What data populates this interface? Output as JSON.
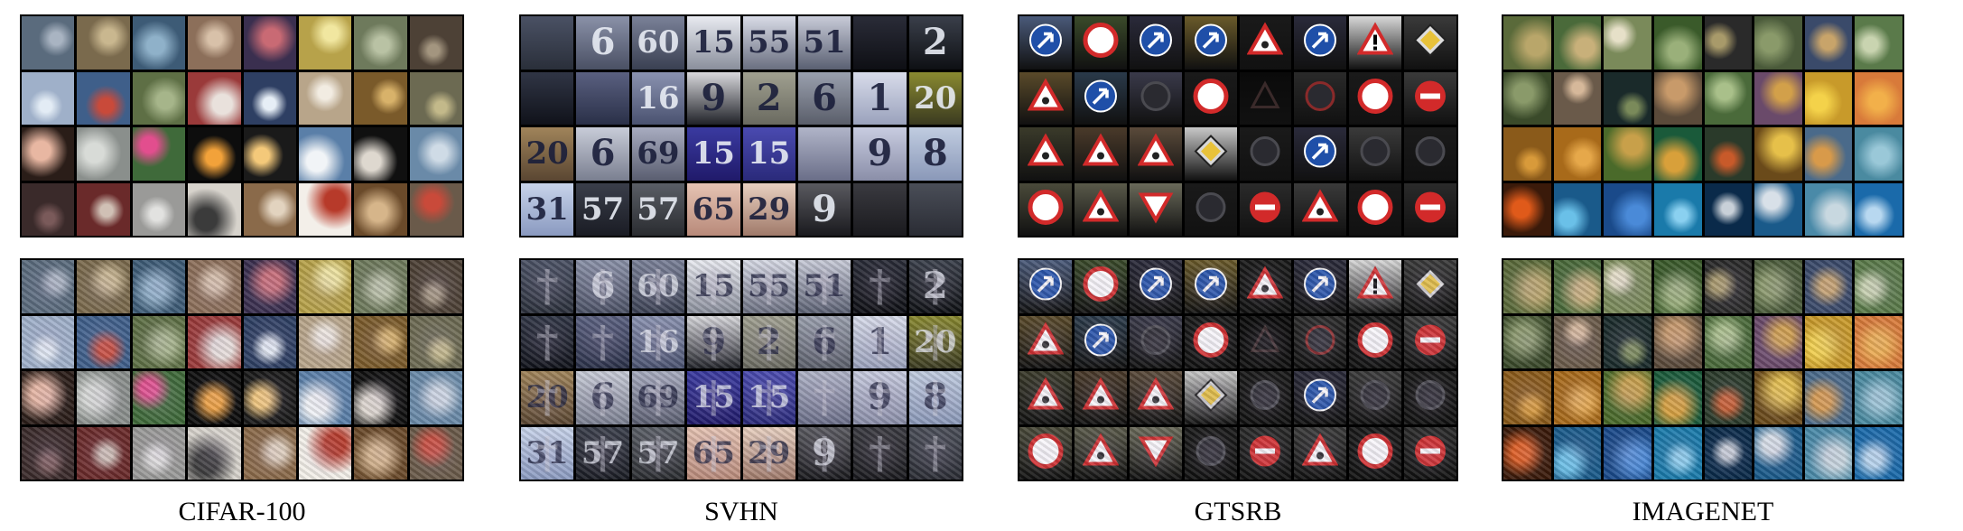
{
  "panels": [
    {
      "caption": "CIFAR-100",
      "style": "natural"
    },
    {
      "caption": "SVHN",
      "style": "digits"
    },
    {
      "caption": "GTSRB",
      "style": "signs"
    },
    {
      "caption": "IMAGENET",
      "style": "natural2"
    }
  ],
  "svhn_digits": [
    "",
    "6",
    "60",
    "15",
    "55",
    "51",
    "",
    "2",
    "",
    "",
    "16",
    "9",
    "2",
    "6",
    "1",
    "20",
    "20",
    "6",
    "69",
    "15",
    "15",
    "",
    "9",
    "8",
    "31",
    "57",
    "57",
    "65",
    "29",
    "9",
    "",
    ""
  ],
  "colors": {
    "background": "#ffffff",
    "grid_frame": "#000000",
    "sign_red": "#d22a2a",
    "sign_blue": "#1f4fa8"
  }
}
